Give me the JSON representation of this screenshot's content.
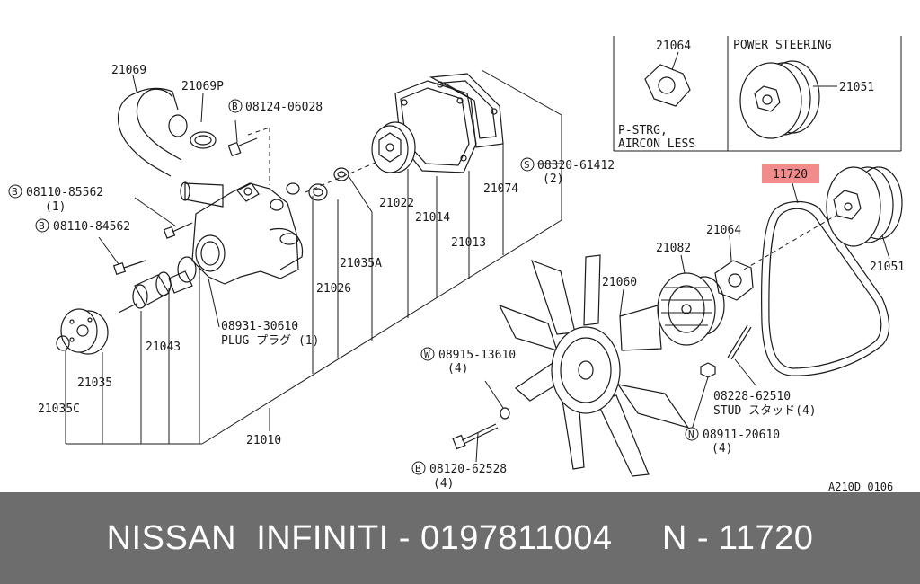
{
  "labels": {
    "p21069": "21069",
    "p21069P": "21069P",
    "p08124": "08124-06028",
    "p08110a": "08110-85562",
    "p08110a_qty": "(1)",
    "p08110b": "08110-84562",
    "p21022": "21022",
    "p21014": "21014",
    "p21013": "21013",
    "p21074": "21074",
    "p08320": "08320-61412",
    "p08320_qty": "(2)",
    "p21035A": "21035A",
    "p21026": "21026",
    "p08931": "08931-30610",
    "plug": "PLUG プラグ (1)",
    "p21043": "21043",
    "p21035": "21035",
    "p21035C": "21035C",
    "p21010": "21010",
    "p21064_inset": "21064",
    "power_steering": "POWER STEERING",
    "p21051_inset": "21051",
    "pstrg_line1": "P-STRG,",
    "pstrg_line2": "AIRCON LESS",
    "p11720": "11720",
    "p21064": "21064",
    "p21082": "21082",
    "p21060": "21060",
    "p21051": "21051",
    "p08915": "08915-13610",
    "p08915_qty": "(4)",
    "p08228": "08228-62510",
    "stud": "STUD スタッド(4)",
    "p08911": "08911-20610",
    "p08911_qty": "(4)",
    "p08120": "08120-62528",
    "p08120_qty": "(4)",
    "code": "A210D 0106"
  },
  "prefix_letters": {
    "b": "B",
    "s": "S",
    "w": "W",
    "n": "N"
  },
  "colors": {
    "highlight_fill": "#f28b8b",
    "footer_bg": "#6d6d6d",
    "footer_text": "#ffffff",
    "line": "#1a1a1a"
  },
  "footer": {
    "text": "NISSAN  INFINITI - 0197811004     N - 11720"
  }
}
